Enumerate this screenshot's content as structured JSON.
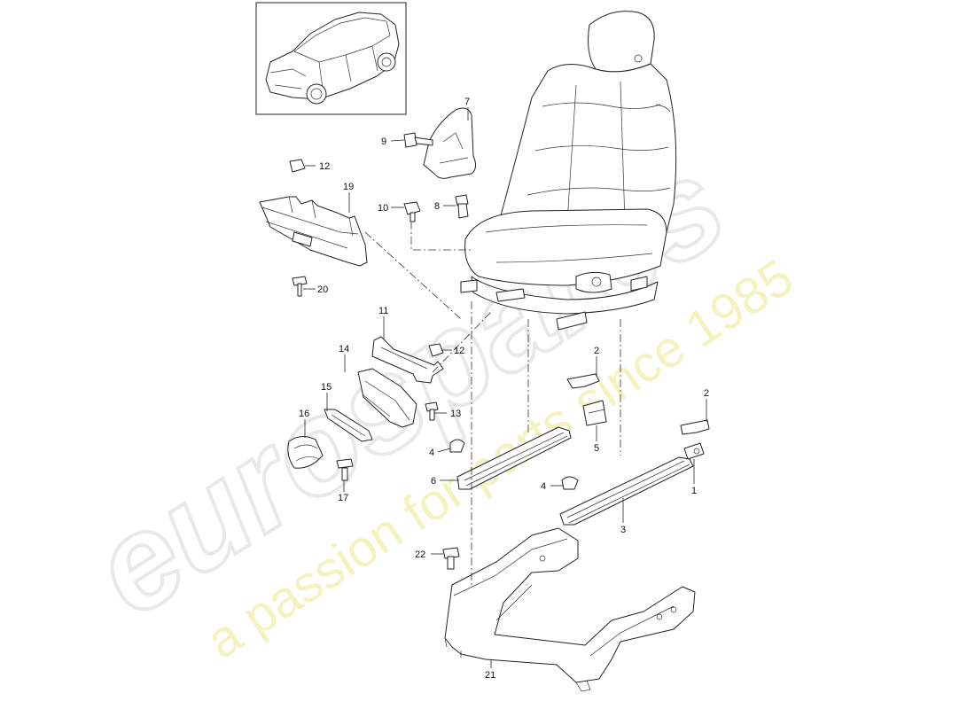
{
  "watermark": {
    "brand": "eurospares",
    "tagline": "a passion for parts since 1985"
  },
  "callouts": [
    {
      "id": "c7",
      "label": "7"
    },
    {
      "id": "c9",
      "label": "9"
    },
    {
      "id": "c12a",
      "label": "12"
    },
    {
      "id": "c19",
      "label": "19"
    },
    {
      "id": "c10",
      "label": "10"
    },
    {
      "id": "c8",
      "label": "8"
    },
    {
      "id": "c20",
      "label": "20"
    },
    {
      "id": "c11",
      "label": "11"
    },
    {
      "id": "c12b",
      "label": "12"
    },
    {
      "id": "c14",
      "label": "14"
    },
    {
      "id": "c15",
      "label": "15"
    },
    {
      "id": "c13",
      "label": "13"
    },
    {
      "id": "c16",
      "label": "16"
    },
    {
      "id": "c17",
      "label": "17"
    },
    {
      "id": "c2a",
      "label": "2"
    },
    {
      "id": "c2b",
      "label": "2"
    },
    {
      "id": "c5",
      "label": "5"
    },
    {
      "id": "c4a",
      "label": "4"
    },
    {
      "id": "c6",
      "label": "6"
    },
    {
      "id": "c4b",
      "label": "4"
    },
    {
      "id": "c1",
      "label": "1"
    },
    {
      "id": "c3",
      "label": "3"
    },
    {
      "id": "c22",
      "label": "22"
    },
    {
      "id": "c21",
      "label": "21"
    }
  ]
}
